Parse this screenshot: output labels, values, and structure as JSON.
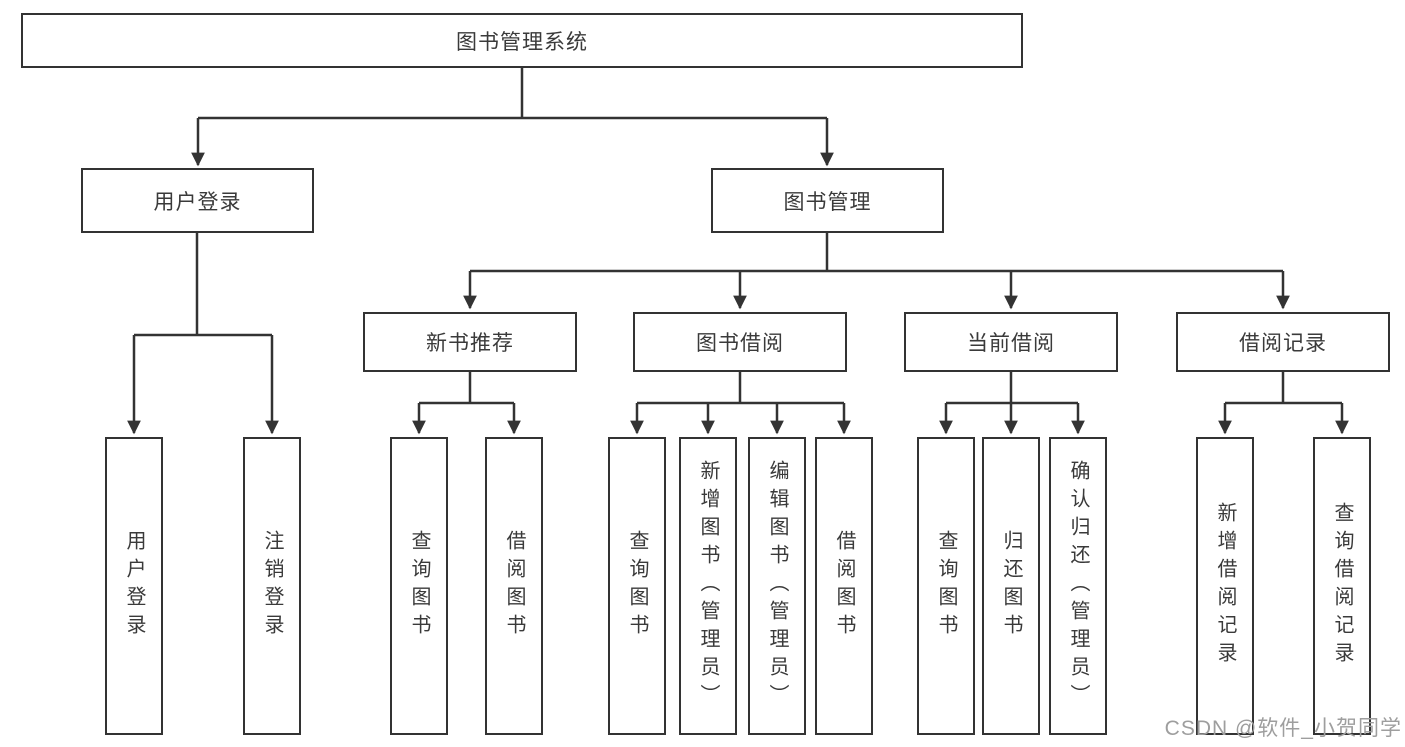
{
  "diagram_type": "hierarchy-tree",
  "colors": {
    "line": "#333333",
    "box_border": "#333333",
    "box_background": "#ffffff",
    "text": "#3a3a3a",
    "watermark": "#9e9e9e",
    "background": "#ffffff"
  },
  "tree": {
    "label": "图书管理系统",
    "children": [
      {
        "label": "用户登录",
        "children": [
          {
            "label": "用户登录"
          },
          {
            "label": "注销登录"
          }
        ]
      },
      {
        "label": "图书管理",
        "children": [
          {
            "label": "新书推荐",
            "children": [
              {
                "label": "查询图书"
              },
              {
                "label": "借阅图书"
              }
            ]
          },
          {
            "label": "图书借阅",
            "children": [
              {
                "label": "查询图书"
              },
              {
                "label": "新增图书（管理员）"
              },
              {
                "label": "编辑图书（管理员）"
              },
              {
                "label": "借阅图书"
              }
            ]
          },
          {
            "label": "当前借阅",
            "children": [
              {
                "label": "查询图书"
              },
              {
                "label": "归还图书"
              },
              {
                "label": "确认归还（管理员）"
              }
            ]
          },
          {
            "label": "借阅记录",
            "children": [
              {
                "label": "新增借阅记录"
              },
              {
                "label": "查询借阅记录"
              }
            ]
          }
        ]
      }
    ]
  },
  "watermark": {
    "text": "CSDN @软件_小贺同学"
  }
}
